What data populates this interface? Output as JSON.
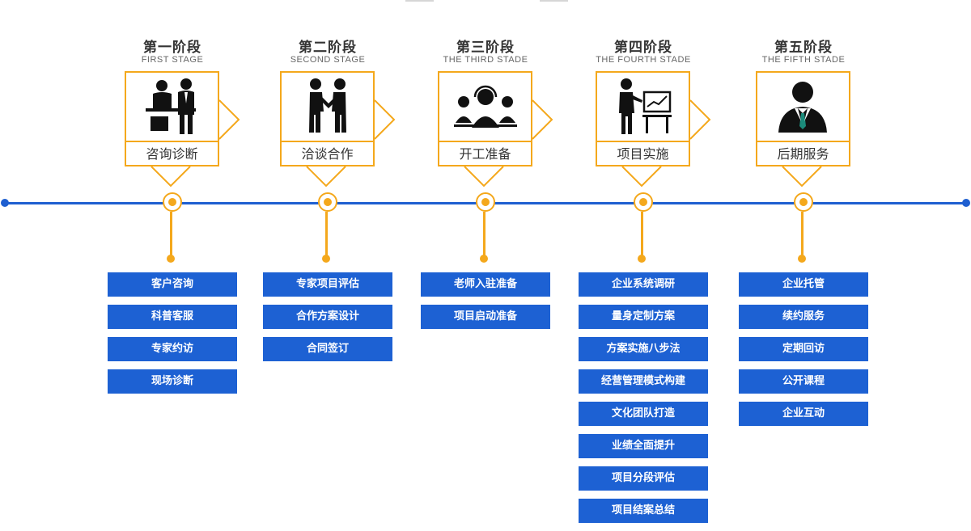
{
  "stages": [
    {
      "title": "第一阶段",
      "subtitle": "FIRST STAGE",
      "label": "咨询诊断",
      "icon": "consultation-icon",
      "items": [
        "客户咨询",
        "科普客服",
        "专家约访",
        "现场诊断"
      ]
    },
    {
      "title": "第二阶段",
      "subtitle": "SECOND STAGE",
      "label": "洽谈合作",
      "icon": "handshake-icon",
      "items": [
        "专家项目评估",
        "合作方案设计",
        "合同签订"
      ]
    },
    {
      "title": "第三阶段",
      "subtitle": "THE THIRD STADE",
      "label": "开工准备",
      "icon": "team-headset-icon",
      "items": [
        "老师入驻准备",
        "项目启动准备"
      ]
    },
    {
      "title": "第四阶段",
      "subtitle": "THE FOURTH STADE",
      "label": "项目实施",
      "icon": "presentation-icon",
      "items": [
        "企业系统调研",
        "量身定制方案",
        "方案实施八步法",
        "经营管理模式构建",
        "文化团队打造",
        "业绩全面提升",
        "项目分段评估",
        "项目结案总结"
      ]
    },
    {
      "title": "第五阶段",
      "subtitle": "THE FIFTH STADE",
      "label": "后期服务",
      "icon": "service-person-icon",
      "items": [
        "企业托管",
        "续约服务",
        "定期回访",
        "公开课程",
        "企业互动"
      ]
    }
  ],
  "colors": {
    "accent": "#f4a81c",
    "primary": "#1d61d3",
    "timeline": "#1e5fd0"
  }
}
